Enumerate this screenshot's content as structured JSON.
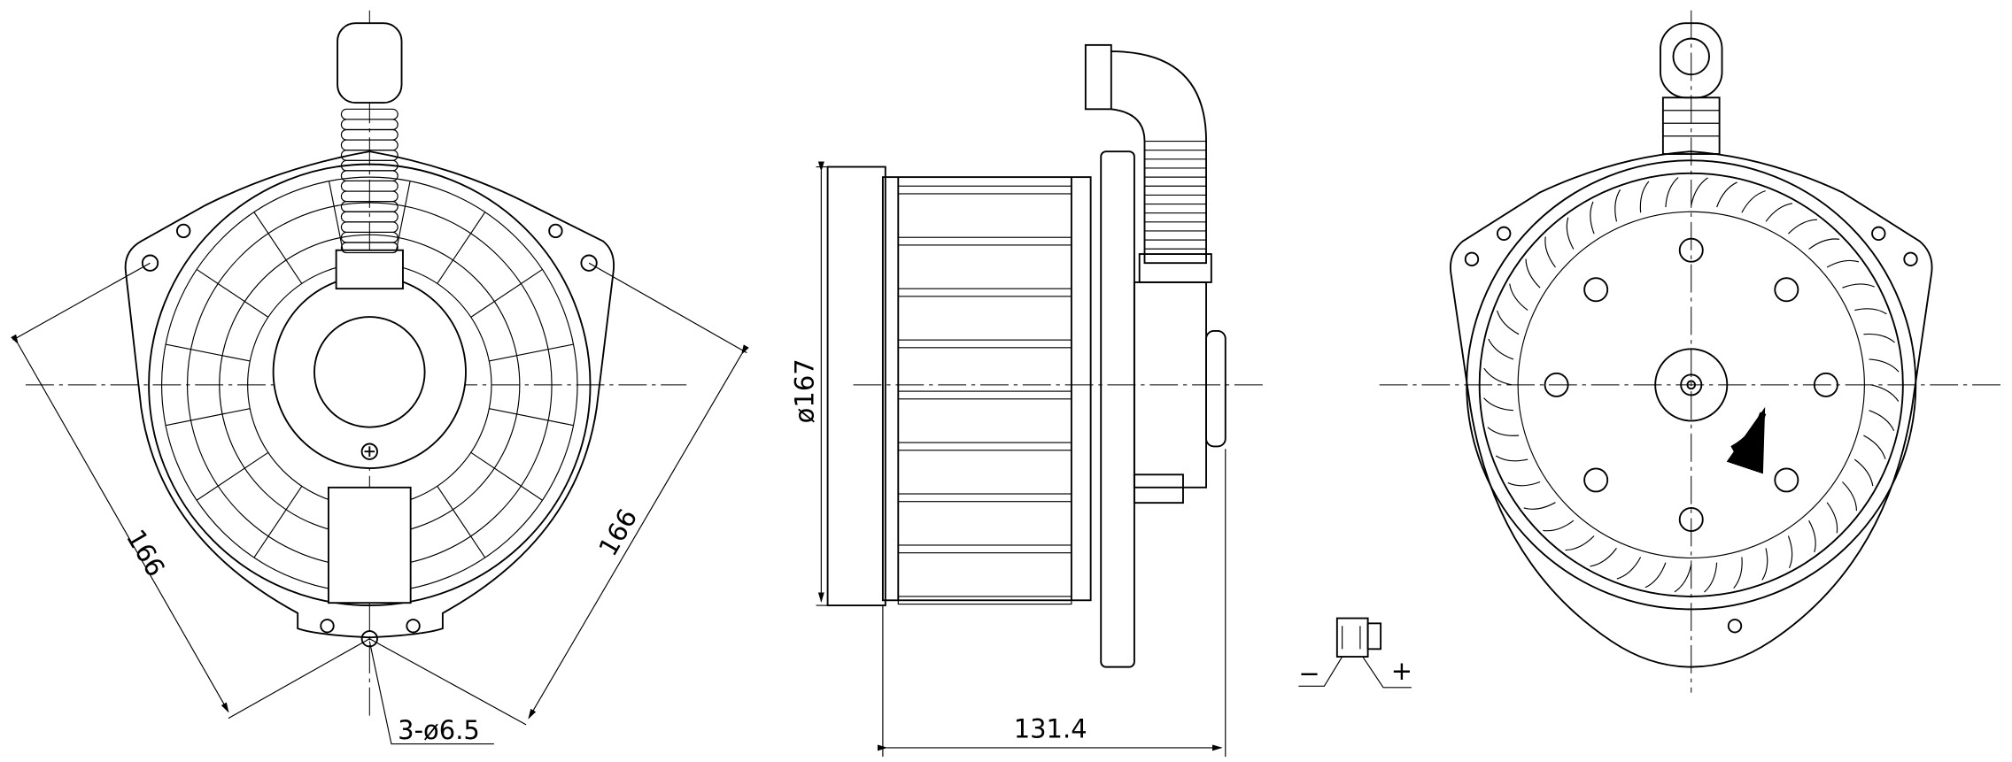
{
  "drawing": {
    "front_view": {
      "dim_diagonal_left": "166",
      "dim_diagonal_right": "166",
      "hole_callout": "3-ø6.5"
    },
    "side_view": {
      "dim_diameter": "ø167",
      "dim_length": "131.4"
    },
    "connector": {
      "minus_label": "−",
      "plus_label": "+"
    },
    "line_color": "#000000"
  }
}
